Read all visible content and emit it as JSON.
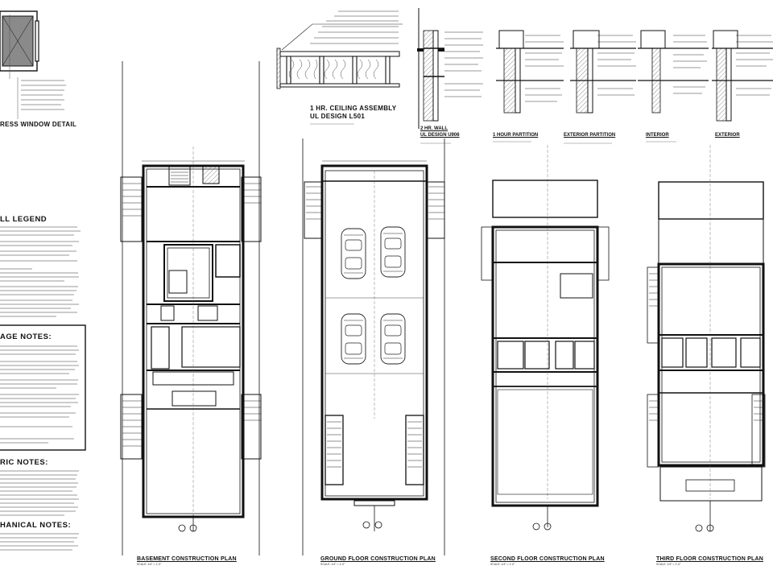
{
  "sheet_titles": {
    "basement": "BASEMENT CONSTRUCTION PLAN",
    "ground": "GROUND FLOOR CONSTRUCTION PLAN",
    "second": "SECOND FLOOR CONSTRUCTION PLAN",
    "third": "THIRD FLOOR CONSTRUCTION PLAN",
    "scale": "SCALE: 1/4\" = 1'-0\""
  },
  "details": {
    "window": "RESS WINDOW DETAIL",
    "ceiling_1": "1 HR. CEILING ASSEMBLY",
    "ceiling_2": "UL DESIGN L501",
    "wall_1": "2 HR. WALL",
    "wall_2": "UL DESIGN U906",
    "partition": "1 HOUR PARTITION",
    "exterior_partition": "EXTERIOR PARTITION",
    "interior": "INTERIOR",
    "exterior": "EXTERIOR"
  },
  "notes": {
    "legend": "LL LEGEND",
    "garage": "AGE NOTES:",
    "electric": "RIC NOTES:",
    "mechanical": "HANICAL NOTES:"
  }
}
